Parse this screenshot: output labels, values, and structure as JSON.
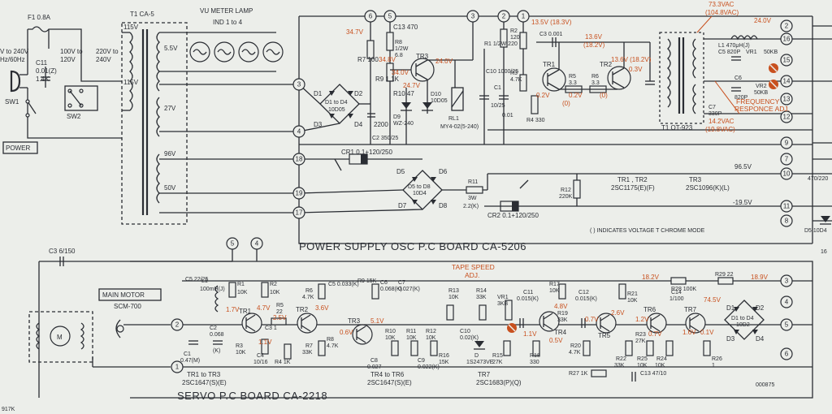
{
  "boards": {
    "power": {
      "title": "POWER SUPPLY OSC P.C BOARD  CA-5206"
    },
    "servo": {
      "title": "SERVO P.C BOARD  CA-2218"
    }
  },
  "primary": {
    "fuse": "F1 0.8A",
    "voltage_in": "V to 240V",
    "freq": "Hz/60Hz",
    "c11": "C11",
    "c11_val": "0.01(Z)",
    "r_val": "1.4K",
    "sw1": "SW1",
    "sw2": "SW2",
    "power_box": "POWER",
    "tap_100": "100V to",
    "tap_120": "120V",
    "tap_220": "220V to",
    "tap_240": "240V",
    "transformer": "T1  CA-5",
    "sec_115a": "115V",
    "sec_55": "5.5V",
    "sec_115b": "115V",
    "sec_27": "27V",
    "sec_96": "96V",
    "sec_50": "50V",
    "lamp_title": "VU METER LAMP",
    "lamp_sub": "IND 1 to 4"
  },
  "power_board": {
    "terminals": [
      "3",
      "4",
      "18",
      "19",
      "17",
      "6",
      "5",
      "3",
      "2",
      "1",
      "2",
      "16",
      "15",
      "14",
      "13",
      "12",
      "9",
      "10",
      "11",
      "8",
      "7"
    ],
    "labels": {
      "d1": "D1",
      "d2": "D2",
      "d3": "D3",
      "d4": "D4",
      "dtype": "D1 to D4",
      "dpart": "10D05",
      "c4_val": "2200",
      "r7": "R7 100",
      "c13": "C13 470",
      "r8": "R8",
      "r8v": "1/2W",
      "r8r": "6.8",
      "r9": "R9 1.1K",
      "r10": "R10 47",
      "tr3": "TR3",
      "d10": "D10",
      "d10p": "10D05",
      "d9": "D9",
      "d9p": "WZ-240",
      "c10": "C10 1000/25",
      "rl1": "RL1",
      "rl1p": "MY4-02(5-240)",
      "c2": "C2 350/25",
      "r1": "R1 1/2W 220",
      "r2": "R2",
      "r2v": "120",
      "r3": "R3",
      "r3v": "4.7K",
      "r4": "R4 330",
      "c3": "C3 0.001",
      "c1": "C1",
      "c1v": "10/25",
      "c1b": "0.01",
      "tr1": "TR1",
      "tr2": "TR2",
      "r5": "R5",
      "r5v": "3.3",
      "r6": "R6",
      "r6v": "3.3",
      "c5": "C5 820P",
      "c6": "C6",
      "c6v": "820P",
      "c7": "C7",
      "c7v": "330P",
      "l1": "L1 470μH(J)",
      "vr1": "VR1",
      "vr1v": "50KB",
      "vr2": "VR2",
      "vr2v": "50KB",
      "t1": "T1  OT-923",
      "cr1": "CR1  0.1+120/250",
      "d5": "D5",
      "d6": "D6",
      "d7": "D7",
      "d8": "D8",
      "d58": "D5 to D8",
      "d58p": "10D4",
      "r11": "R11",
      "r11w": "3W",
      "r11v": "2.2(K)",
      "r12": "R12",
      "r12v": "220K",
      "cr2": "CR2  0.1+120/250",
      "tr_list": "TR1 , TR2",
      "tr_part": "2SC1175(E)(F)",
      "tr3_list": "TR3",
      "tr3_part": "2SC1096(K)(L)",
      "chrome_note": "(  ) INDICATES VOLTAGE T CHROME MODE",
      "d5r": "D5  10D4",
      "c47": "470/220"
    },
    "voltages": {
      "v347": "34.7V",
      "v348": "34.8V",
      "v340": "34.0V",
      "v247": "24.7V",
      "v240": "24.0V",
      "v135": "13.5V (18.3V)",
      "v136": "13.6V",
      "v182": "(18.2V)",
      "v136b": "13.6V (18.2V)",
      "v03": "0.3V",
      "v02a": "0.2V",
      "v02b": "0.2V",
      "v0a": "(0)",
      "v0b": "(0)",
      "v733": "73.3VAC",
      "v1048": "(104.8VAC)",
      "v240r": "24.0V",
      "freq_adj": "FREQUENCY",
      "freq_adj2": "RESPONCE ADJ.",
      "v142": "14.2VAC",
      "v198": "(19.8VAC)",
      "v965": "96.5V",
      "vm195": "-19.5V"
    }
  },
  "servo_board": {
    "labels": {
      "c3": "C3 6/150",
      "main_motor": "MAIN MOTOR",
      "scm": "SCM-700",
      "m": "M",
      "c5": "C5 22/25",
      "l1": "L1",
      "l1v": "100mH(J)",
      "r1": "R1",
      "r1v": "10K",
      "r2": "R2",
      "r2v": "10K",
      "c1": "C1",
      "c1v": "0.47(M)",
      "c2": "C2",
      "c2v": "0.068",
      "c2k": "(K)",
      "tr1": "TR1",
      "tr2": "TR2",
      "tr3": "TR3",
      "r3": "R3",
      "r3v": "10K",
      "r4": "R4 1K",
      "r5": "R5",
      "r5v": "22",
      "r6": "R6",
      "r6v": "4.7K",
      "r7": "R7",
      "r7v": "33K",
      "c3b": "C3 1",
      "c4": "C4",
      "c4v": "10/16",
      "c5b": "C5 0.033(K)",
      "r8": "R8",
      "r8v": "4.7K",
      "r9": "R9 15K",
      "c6": "C6",
      "c6v": "0.068(K)",
      "c7": "C7",
      "c7v": "0.027(K)",
      "r10": "R10",
      "r10v": "10K",
      "r11": "R11",
      "r11v": "10K",
      "r12": "R12",
      "r12v": "10K",
      "c8": "C8",
      "c8v": "0.027",
      "c9": "C9",
      "c9v": "0.022(K)",
      "r13": "R13",
      "r13v": "10K",
      "r14": "R14",
      "r14v": "33K",
      "r15": "R15",
      "r15v": "27K",
      "r16": "R16",
      "r16v": "15K",
      "c10": "C10",
      "c10v": "0.02(K)",
      "d": "D",
      "dv": "1S2473VE",
      "vr1": "VR1",
      "vr1v": "3KB",
      "tape_adj": "TAPE SPEED",
      "tape_adj2": "ADJ.",
      "c11": "C11",
      "c11v": "0.015(K)",
      "r17": "R17",
      "r17v": "10K",
      "r18": "R18",
      "r18v": "330",
      "r19": "R19",
      "r19v": "33K",
      "tr4": "TR4",
      "tr5": "TR5",
      "tr6": "TR6",
      "tr7": "TR7",
      "c12": "C12",
      "c12v": "0.015(K)",
      "r20": "R20",
      "r20v": "4.7K",
      "r21": "R21",
      "r21v": "10K",
      "r22": "R22",
      "r22v": "33K",
      "r23": "R23",
      "r23v": "27K",
      "r24": "R24",
      "r24v": "10K",
      "r25": "R25",
      "r25v": "10K",
      "r26": "R26",
      "r26v": "1",
      "r27": "R27  1K",
      "c13": "C13  47/10",
      "c14": "C14",
      "c14v": "1/100",
      "r28": "R28 100K",
      "r29": "R29  22",
      "d1": "D1",
      "d2": "D2",
      "d3": "D3",
      "d4": "D4",
      "d14": "D1 to D4",
      "d14p": "10D2",
      "tr13": "TR1 to TR3",
      "tr13p": "2SC1647(S)(E)",
      "tr46": "TR4 to TR6",
      "tr46p": "2SC1647(S)(E)",
      "tr7l": "TR7",
      "tr7p": "2SC1683(P)(Q)",
      "part": "000875",
      "t5": "5",
      "t4": "4",
      "t2": "2",
      "t1": "1",
      "t3": "3",
      "t4r": "4",
      "t5r": "5",
      "t6": "6",
      "corner": "917K",
      "side16": "16"
    },
    "voltages": {
      "v17": "1.7V",
      "v47": "4.7V",
      "v25": "2.5V",
      "v36": "3.6V",
      "v11": "1.1V",
      "v06": "0.6V",
      "v51": "5.1V",
      "v11b": "1.1V",
      "v48": "4.8V",
      "v05": "0.5V",
      "v07a": "0.7V",
      "v26": "2.6V",
      "v12": "1.2V",
      "v07b": "0.7V",
      "v182": "18.2V",
      "v189": "18.9V",
      "v745": "74.5V",
      "v16": "1.6V",
      "v01": "0.1V"
    }
  }
}
